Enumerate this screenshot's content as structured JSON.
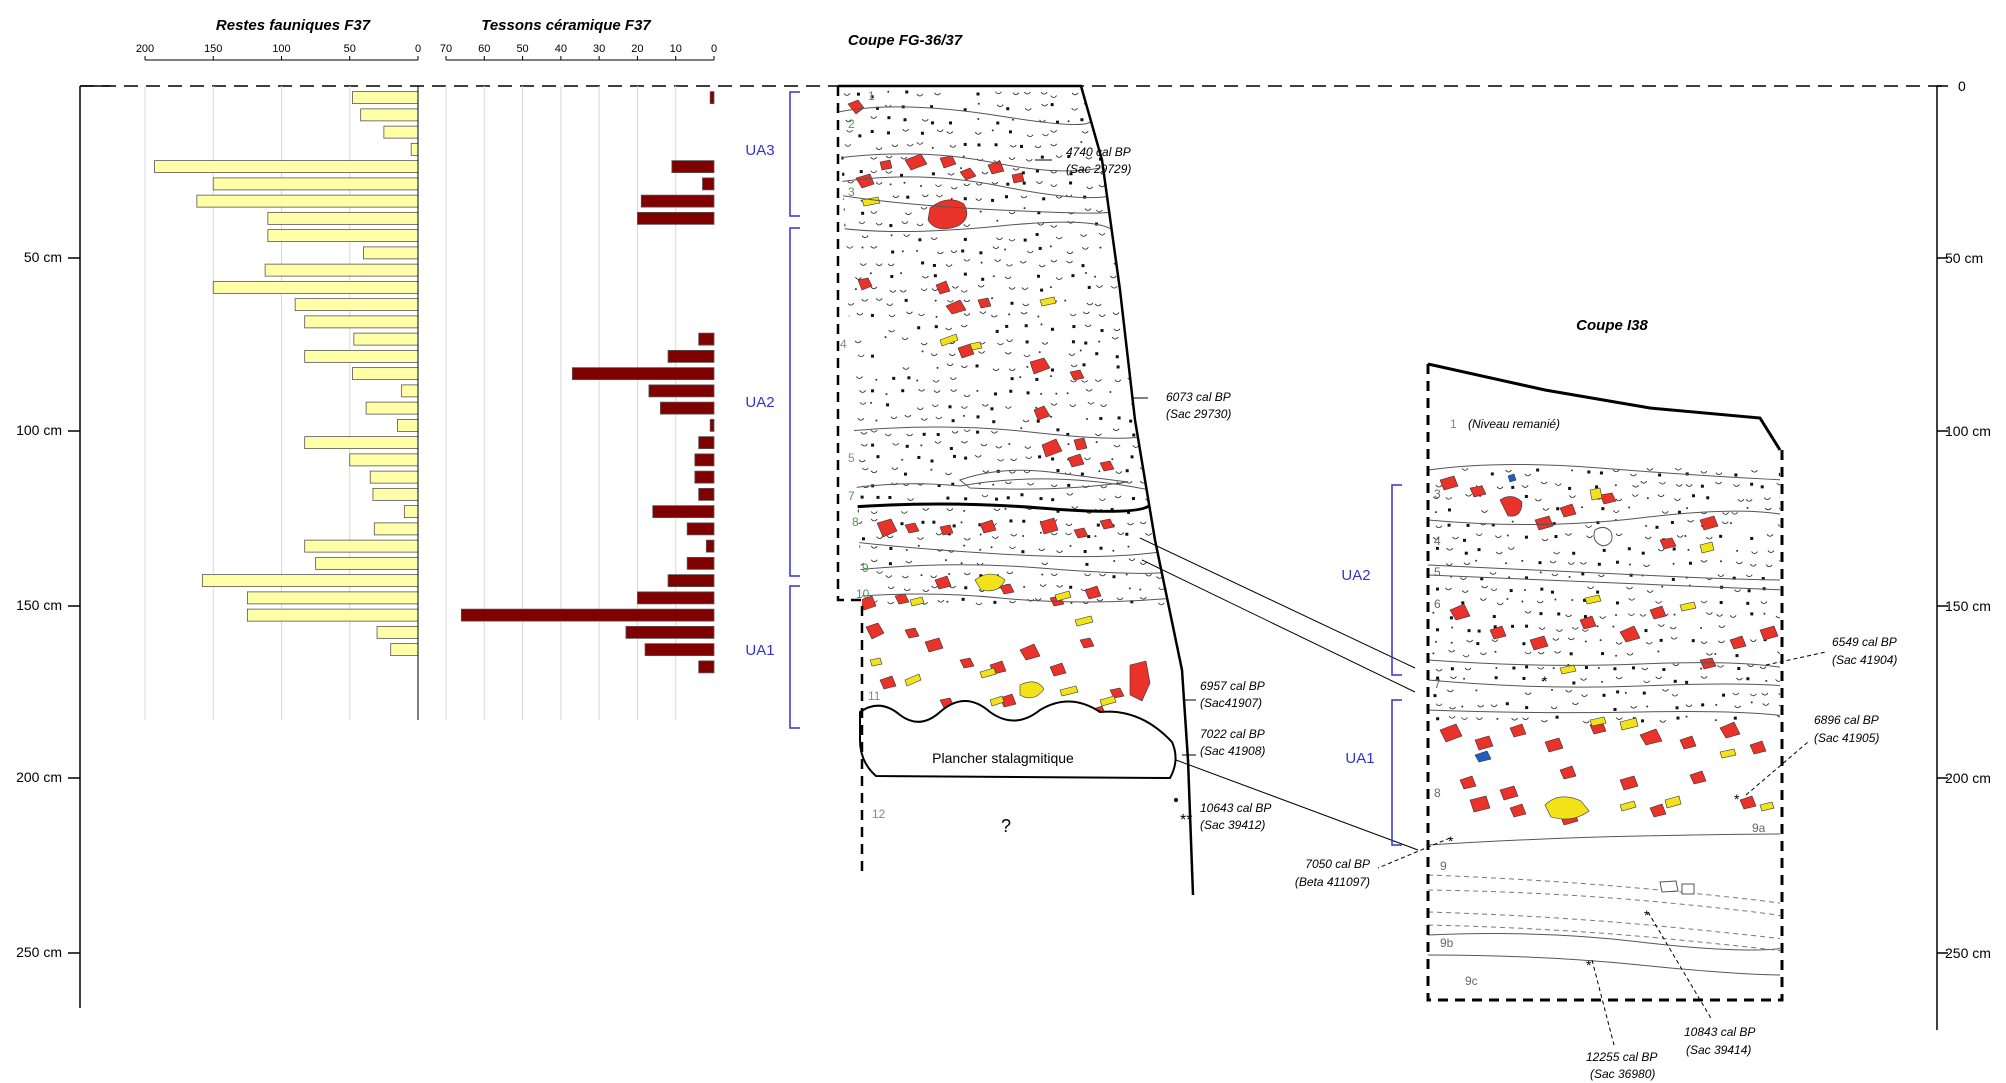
{
  "titles": {
    "fauna": "Restes fauniques F37",
    "ceramic": "Tessons céramique F37",
    "section_fg": "Coupe FG-36/37",
    "section_i38": "Coupe I38"
  },
  "depth_axis": {
    "left_labels": [
      "50 cm",
      "100 cm",
      "150 cm",
      "200 cm",
      "250 cm"
    ],
    "right_labels": [
      "0",
      "50 cm",
      "100 cm",
      "150 cm",
      "200 cm",
      "250 cm"
    ],
    "ticks_cm": [
      0,
      50,
      100,
      150,
      200,
      250
    ]
  },
  "colors": {
    "fauna_bar": "#ffffa8",
    "ceramic_bar": "#800000",
    "ua_bracket": "#3333cc",
    "clast_red": "#e8322a",
    "clast_yellow": "#f2e21a",
    "clast_blue": "#1f5fbf",
    "layer_number": "#4c9a4c"
  },
  "chart_data": [
    {
      "type": "bar",
      "orientation": "horizontal",
      "title": "Restes fauniques F37",
      "xlabel": "",
      "ylabel": "",
      "xlim": [
        200,
        0
      ],
      "x_ticks": [
        "200",
        "150",
        "100",
        "50",
        "0"
      ],
      "depth_cm": [
        2.5,
        7.5,
        12.5,
        17.5,
        22.5,
        27.5,
        32.5,
        37.5,
        42.5,
        47.5,
        52.5,
        57.5,
        62.5,
        67.5,
        72.5,
        77.5,
        82.5,
        87.5,
        92.5,
        97.5,
        102.5,
        107.5,
        112.5,
        117.5,
        122.5,
        127.5,
        132.5,
        137.5,
        142.5,
        147.5,
        152.5,
        157.5,
        162.5,
        167.5,
        172.5,
        177.5,
        182.5
      ],
      "values": [
        48,
        42,
        25,
        5,
        193,
        150,
        162,
        110,
        110,
        40,
        112,
        150,
        90,
        83,
        47,
        83,
        48,
        12,
        38,
        15,
        83,
        50,
        35,
        33,
        10,
        32,
        83,
        75,
        158,
        125,
        125,
        30,
        20
      ]
    },
    {
      "type": "bar",
      "orientation": "horizontal",
      "title": "Tessons céramique F37",
      "xlabel": "",
      "ylabel": "",
      "xlim": [
        70,
        0
      ],
      "x_ticks": [
        "70",
        "60",
        "50",
        "40",
        "30",
        "20",
        "10",
        "0"
      ],
      "depth_cm": [
        2.5,
        7.5,
        12.5,
        17.5,
        22.5,
        27.5,
        32.5,
        37.5,
        42.5,
        47.5,
        52.5,
        57.5,
        62.5,
        67.5,
        72.5,
        77.5,
        82.5,
        87.5,
        92.5,
        97.5,
        102.5,
        107.5,
        112.5,
        117.5,
        122.5,
        127.5,
        132.5,
        137.5,
        142.5,
        147.5,
        152.5,
        157.5,
        162.5,
        167.5,
        172.5,
        177.5,
        182.5
      ],
      "values": [
        1,
        0,
        0,
        0,
        11,
        3,
        19,
        20,
        0,
        0,
        0,
        0,
        0,
        0,
        4,
        12,
        37,
        17,
        14,
        1,
        4,
        5,
        5,
        4,
        16,
        7,
        2,
        7,
        12,
        20,
        66,
        23,
        18,
        4
      ]
    }
  ],
  "ua_brackets": [
    {
      "label": "UA3"
    },
    {
      "label": "UA2"
    },
    {
      "label": "UA1"
    },
    {
      "label": "UA2"
    },
    {
      "label": "UA1"
    }
  ],
  "section_fg": {
    "layers": [
      "1",
      "2",
      "3",
      "4",
      "5",
      "7",
      "8",
      "9",
      "10",
      "11",
      "12"
    ],
    "floor_label": "Plancher stalagmitique",
    "unknown_mark": "?",
    "dates": [
      {
        "age": "4740 cal BP",
        "lab": "(Sac 29729)"
      },
      {
        "age": "6073 cal BP",
        "lab": "(Sac 29730)"
      },
      {
        "age": "6957 cal BP",
        "lab": "(Sac41907)"
      },
      {
        "age": "7022 cal BP",
        "lab": "(Sac 41908)"
      },
      {
        "age": "10643 cal BP",
        "lab": "(Sac 39412)"
      }
    ]
  },
  "section_i38": {
    "layers": [
      "3",
      "4",
      "5",
      "6",
      "7",
      "8",
      "9",
      "9a",
      "9b",
      "9c"
    ],
    "layer1_label": "1",
    "layer1_note": "(Niveau remanié)",
    "dates": [
      {
        "age": "6549 cal BP",
        "lab": "(Sac 41904)"
      },
      {
        "age": "6896 cal BP",
        "lab": "(Sac 41905)"
      },
      {
        "age": "7050 cal BP",
        "lab": "(Beta 411097)"
      },
      {
        "age": "10843 cal BP",
        "lab": "(Sac 39414)"
      },
      {
        "age": "12255 cal BP",
        "lab": "(Sac 36980)"
      }
    ]
  }
}
